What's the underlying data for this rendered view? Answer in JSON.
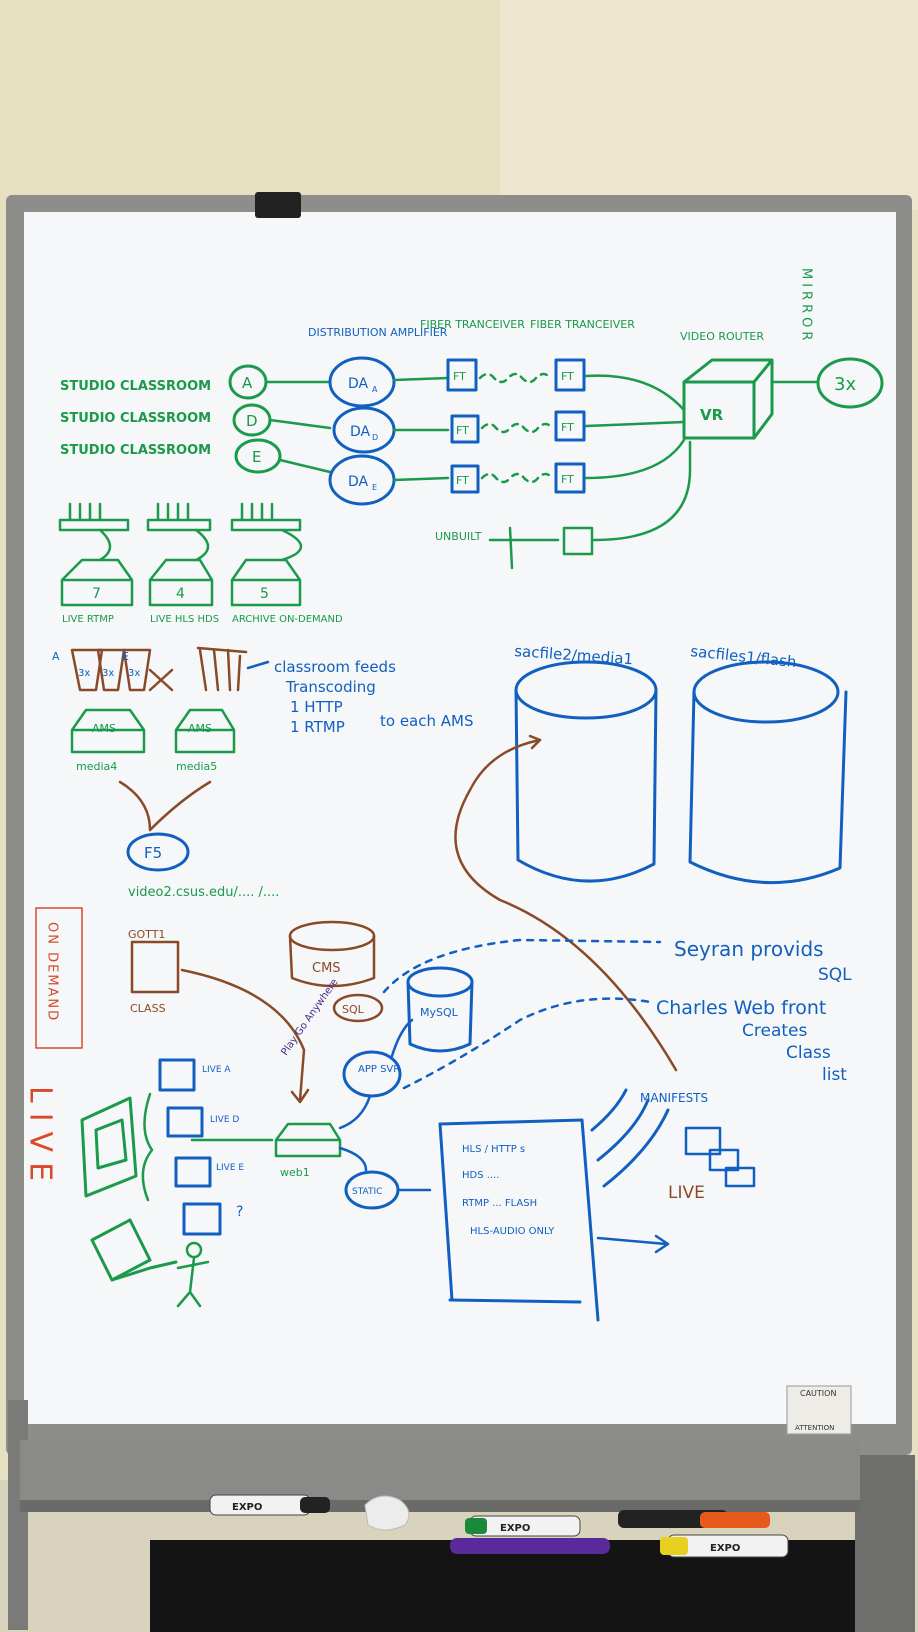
{
  "colors": {
    "wall": "#e6dfc2",
    "frame": "#8d8d8a",
    "board": "#f5f7f8",
    "green": "#1a9a4a",
    "blue": "#1160c0",
    "brown": "#8a4a28",
    "red": "#d84a2a",
    "purple": "#4a2a8a"
  },
  "top": {
    "rooms": [
      "STUDIO CLASSROOM",
      "STUDIO CLASSROOM",
      "STUDIO CLASSROOM"
    ],
    "room_letters": [
      "A",
      "D",
      "E"
    ],
    "da_header": "DISTRIBUTION AMPLIFIER",
    "da_labels": [
      "DA",
      "DA",
      "DA"
    ],
    "da_subs": [
      "A",
      "D",
      "E"
    ],
    "ft1_header": "FIBER TRANCEIVER",
    "ft2_header": "FIBER TRANCEIVER",
    "ft_label": "FT",
    "vr_header": "VIDEO ROUTER",
    "vr_label": "VR",
    "mirror": "MIRROR",
    "output": "3x",
    "unbuilt": "UNBUILT"
  },
  "encoders": {
    "numbers": [
      "7",
      "4",
      "5"
    ],
    "captions": [
      "LIVE RTMP",
      "LIVE HLS HDS",
      "ARCHIVE ON-DEMAND"
    ],
    "letters": [
      "A",
      "E"
    ],
    "cups": [
      "3x",
      "3x",
      "3x"
    ],
    "ams_labels": [
      "AMS",
      "AMS"
    ],
    "media_labels": [
      "media4",
      "media5"
    ],
    "note_lines": [
      "classroom feeds",
      "Transcoding",
      "1 HTTP",
      "1 RTMP",
      "to each AMS"
    ],
    "f5_label": "F5",
    "url": "video2.csus.edu/.... /...."
  },
  "storage": {
    "left_label": "sacfile2/media1",
    "right_label": "sacfiles1/flash"
  },
  "ondemand": {
    "vertical_label": "ON DEMAND",
    "gott_label": "GOTT1",
    "class_label": "CLASS",
    "cms_label": "CMS",
    "sql_label": "SQL",
    "mysql_label": "MySQL",
    "app_label": "APP SVR",
    "purple_note": "Play Go Anywhere",
    "seyran_lines": [
      "Seyran provids",
      "SQL"
    ],
    "charles_lines": [
      "Charles Web front",
      "Creates",
      "Class",
      "list"
    ]
  },
  "live": {
    "vertical_label": "LIVE",
    "screen_labels": [
      "LIVE A",
      "LIVE D",
      "LIVE E",
      "?"
    ],
    "web_label": "web1",
    "static_label": "STATIC",
    "list_lines": [
      "HLS / HTTP s",
      "HDS ....",
      "RTMP ... FLASH",
      "HLS-AUDIO ONLY"
    ],
    "manifests": "MANIFESTS",
    "live_tag": "LIVE"
  },
  "tray": {
    "marker_brands": [
      "EXPO",
      "EXPO",
      "EXPO"
    ],
    "caution_title": "CAUTION",
    "attention": "ATTENTION"
  }
}
